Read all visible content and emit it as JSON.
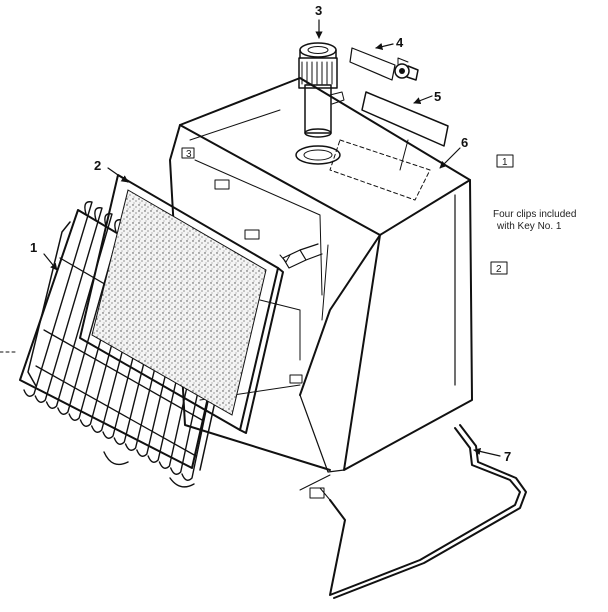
{
  "callouts": [
    {
      "label": "1",
      "part": "grille"
    },
    {
      "label": "2",
      "part": "radiant-panel"
    },
    {
      "label": "3",
      "part": "fuel-cap"
    },
    {
      "label": "4",
      "part": "knob"
    },
    {
      "label": "5",
      "part": "wick-strip"
    },
    {
      "label": "6",
      "part": "cabinet"
    },
    {
      "label": "7",
      "part": "base-stand"
    }
  ],
  "note": {
    "line1": "Four clips included",
    "line2": "with Key No. 1"
  },
  "clip_marks": [
    "1",
    "2",
    "3"
  ]
}
